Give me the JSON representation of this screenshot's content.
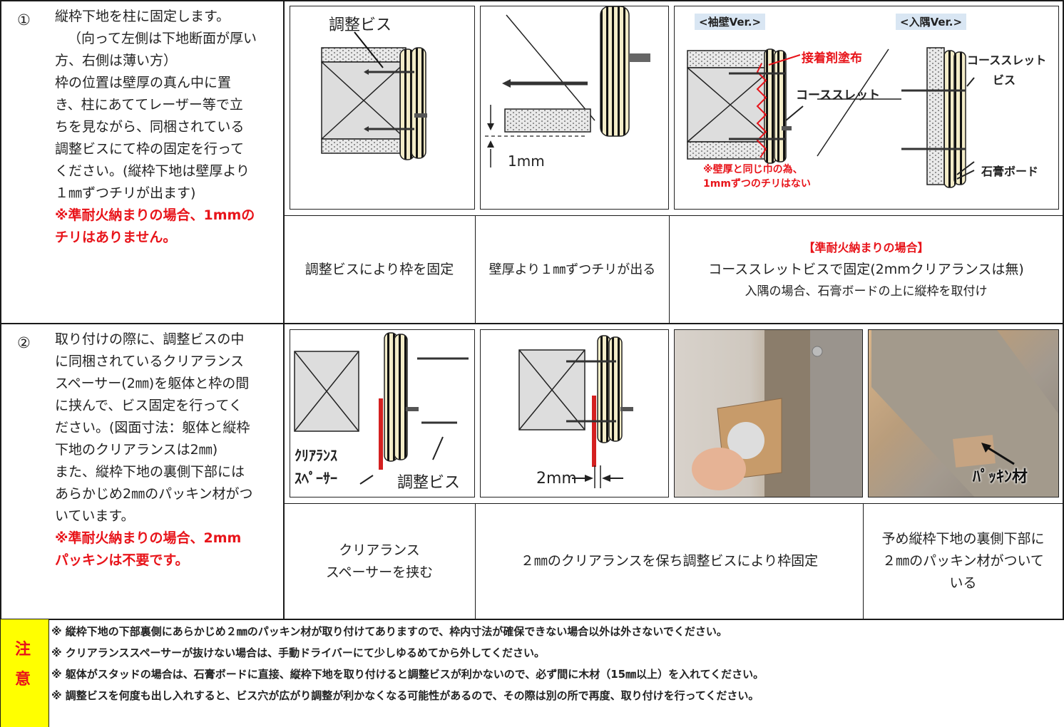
{
  "step1": {
    "num": "①",
    "lines": [
      "縦枠下地を柱に固定します。",
      "（向って左側は下地断面が厚い",
      "方、右側は薄い方）",
      "枠の位置は壁厚の真ん中に置",
      "き、柱にあててレーザー等で立",
      "ちを見ながら、同梱されている",
      "調整ビスにて枠の固定を行って",
      "ください。(縦枠下地は壁厚より",
      "１㎜ずつチリが出ます)"
    ],
    "warn_lines": [
      "※準耐火納まりの場合、1mmの",
      "チリはありません。"
    ],
    "diagram1": {
      "label": "調整ビス"
    },
    "diagram2": {
      "label": "1mm"
    },
    "diagram3": {
      "label_sodekabe": "<袖壁Ver.>",
      "label_irisumi": "<入隅Ver.>",
      "label_adhesive": "接着剤塗布",
      "label_coarse": "コーススレット",
      "label_coarse_screw_1": "コーススレット",
      "label_coarse_screw_2": "ビス",
      "label_gypsum": "石膏ボード",
      "note_line1": "※壁厚と同じ巾の為、",
      "note_line2": "1mmずつのチリはない"
    },
    "caption1": "調整ビスにより枠を固定",
    "caption2": "壁厚より１㎜ずつチリが出る",
    "caption3_title": "【準耐火納まりの場合】",
    "caption3_line1": "コーススレットビスで固定(2mmクリアランスは無)",
    "caption3_line2": "入隅の場合、石膏ボードの上に縦枠を取付け"
  },
  "step2": {
    "num": "②",
    "lines": [
      "取り付けの際に、調整ビスの中",
      "に同梱されているクリアランス",
      "スペーサー(2㎜)を躯体と枠の間",
      "に挟んで、ビス固定を行ってく",
      "ださい。(図面寸法：躯体と縦枠",
      "下地のクリアランスは2㎜)",
      "また、縦枠下地の裏側下部には",
      "あらかじめ2㎜のパッキン材がつ",
      "いています。"
    ],
    "warn_lines": [
      "※準耐火納まりの場合、2mm",
      "パッキンは不要です。"
    ],
    "diagram1": {
      "label_spacer_1": "ｸﾘｱﾗﾝｽ",
      "label_spacer_2": "ｽﾍﾟｰｻｰ",
      "label_screw": "調整ビス"
    },
    "diagram2": {
      "label": "2mm"
    },
    "photo2_label": "ﾊﾟｯｷﾝ材",
    "caption1_line1": "クリアランス",
    "caption1_line2": "スペーサーを挟む",
    "caption2": "２㎜のクリアランスを保ち調整ビスにより枠固定",
    "caption3_line1": "予め縦枠下地の裏側下部に",
    "caption3_line2": "２㎜のパッキン材がついて",
    "caption3_line3": "いる"
  },
  "caution": {
    "label_1": "注",
    "label_2": "意",
    "notes": [
      "※ 縦枠下地の下部裏側にあらかじめ２㎜のパッキン材が取り付けてありますので、枠内寸法が確保できない場合以外は外さないでください。",
      "※ クリアランススペーサーが抜けない場合は、手動ドライバーにて少しゆるめてから外してください。",
      "※ 躯体がスタッドの場合は、石膏ボードに直接、縦枠下地を取り付けると調整ビスが利かないので、必ず間に木材（15㎜以上）を入れてください。",
      "※ 調整ビスを何度も出し入れすると、ビス穴が広がり調整が利かなくなる可能性があるので、その際は別の所で再度、取り付けを行ってください。"
    ]
  },
  "colors": {
    "warn_red": "#e8141a",
    "caution_yellow": "#ffff00",
    "spacer_red": "#d42020",
    "post_stripe": "#f3ecc8"
  }
}
